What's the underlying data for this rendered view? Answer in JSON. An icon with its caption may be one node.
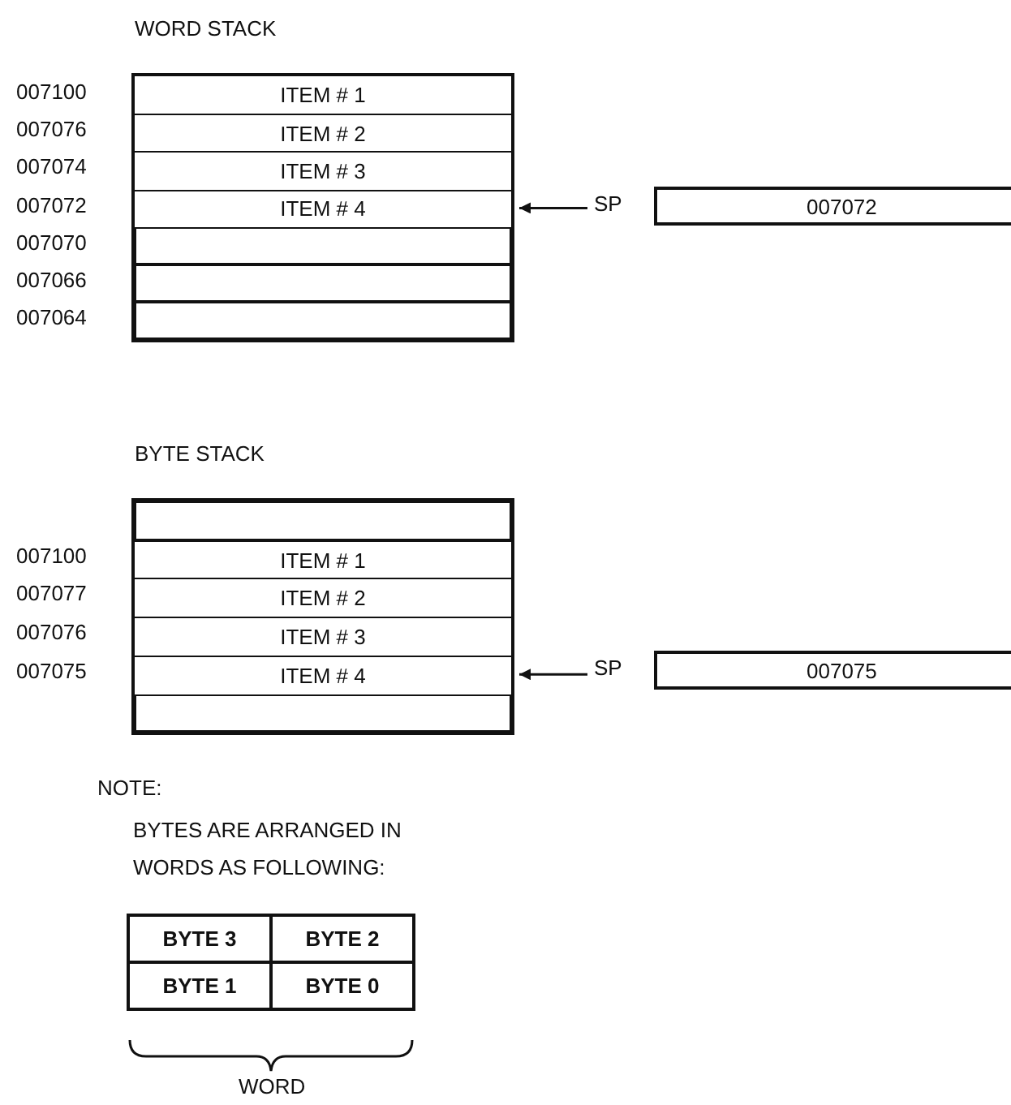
{
  "diagram": {
    "nodes": [
      {
        "text": [
          "WORD STACK"
        ]
      },
      {
        "text": [
          "ITEM # 1"
        ],
        "in": 0
      },
      {
        "text": [
          "ITEM # 2"
        ],
        "in": 0
      },
      {
        "text": [
          "ITEM # 3"
        ],
        "in": 0
      },
      {
        "text": [
          "ITEM # 4"
        ],
        "in": 0
      },
      {
        "text": [],
        "shape": "box",
        "in": 0
      },
      {
        "text": [],
        "shape": "box",
        "in": 0
      },
      {
        "text": [],
        "shape": "box",
        "in": 0
      },
      {
        "text": [
          "SP"
        ]
      },
      {
        "text": [
          "007072"
        ]
      },
      {
        "text": [
          "BYTE STACK"
        ]
      },
      {
        "text": [],
        "shape": "box",
        "in": 10
      },
      {
        "text": [
          "ITEM # 1"
        ],
        "in": 10
      },
      {
        "text": [
          "ITEM # 2"
        ],
        "in": 10
      },
      {
        "text": [
          "ITEM # 3"
        ],
        "in": 10
      },
      {
        "text": [
          "ITEM # 4"
        ],
        "in": 10
      },
      {
        "text": [],
        "shape": "box",
        "in": 10
      },
      {
        "text": [
          "SP"
        ]
      },
      {
        "text": [
          "007075"
        ]
      },
      {
        "text": [
          "BYTE 3"
        ]
      },
      {
        "text": [
          "BYTE 2"
        ]
      },
      {
        "text": [
          "BYTE 1"
        ]
      },
      {
        "text": [
          "BYTE 0"
        ]
      }
    ],
    "edges": [
      {
        "from": 8,
        "to": 4,
        "arrow": "to"
      },
      {
        "from": 17,
        "to": 15,
        "arrow": "to"
      }
    ],
    "labels": [
      "007100",
      "007076",
      "007074",
      "007072",
      "007070",
      "007066",
      "007064",
      "007100",
      "007077",
      "007076",
      "007075",
      "NOTE:",
      "BYTES ARE ARRANGED IN WORDS AS FOLLOWING:",
      "WORD"
    ]
  }
}
